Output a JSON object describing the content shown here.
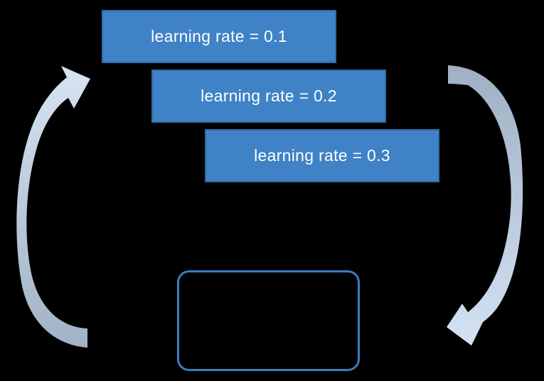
{
  "diagram": {
    "type": "cycle-diagram",
    "background_color": "#000000",
    "stage_boxes": [
      {
        "label": "learning rate = 0.1"
      },
      {
        "label": "learning rate = 0.2"
      },
      {
        "label": "learning rate = 0.3"
      }
    ],
    "stage_box_style": {
      "fill": "#3F82C5",
      "border": "#2E6CA8",
      "text_color": "#FFFFFF"
    },
    "arrows": [
      {
        "icon": "curved-arrow-up-right-icon",
        "side": "left",
        "points_to": "learning rate = 0.1",
        "tail_color": "#A3B3C6",
        "head_color": "#D7E4F4"
      },
      {
        "icon": "curved-arrow-down-left-icon",
        "side": "right",
        "points_to": "result box",
        "tail_color": "#9FB0C3",
        "head_color": "#D3E2F3"
      }
    ],
    "result_box": {
      "border_color": "#3A7CBD",
      "fill": "transparent",
      "label": ""
    }
  }
}
